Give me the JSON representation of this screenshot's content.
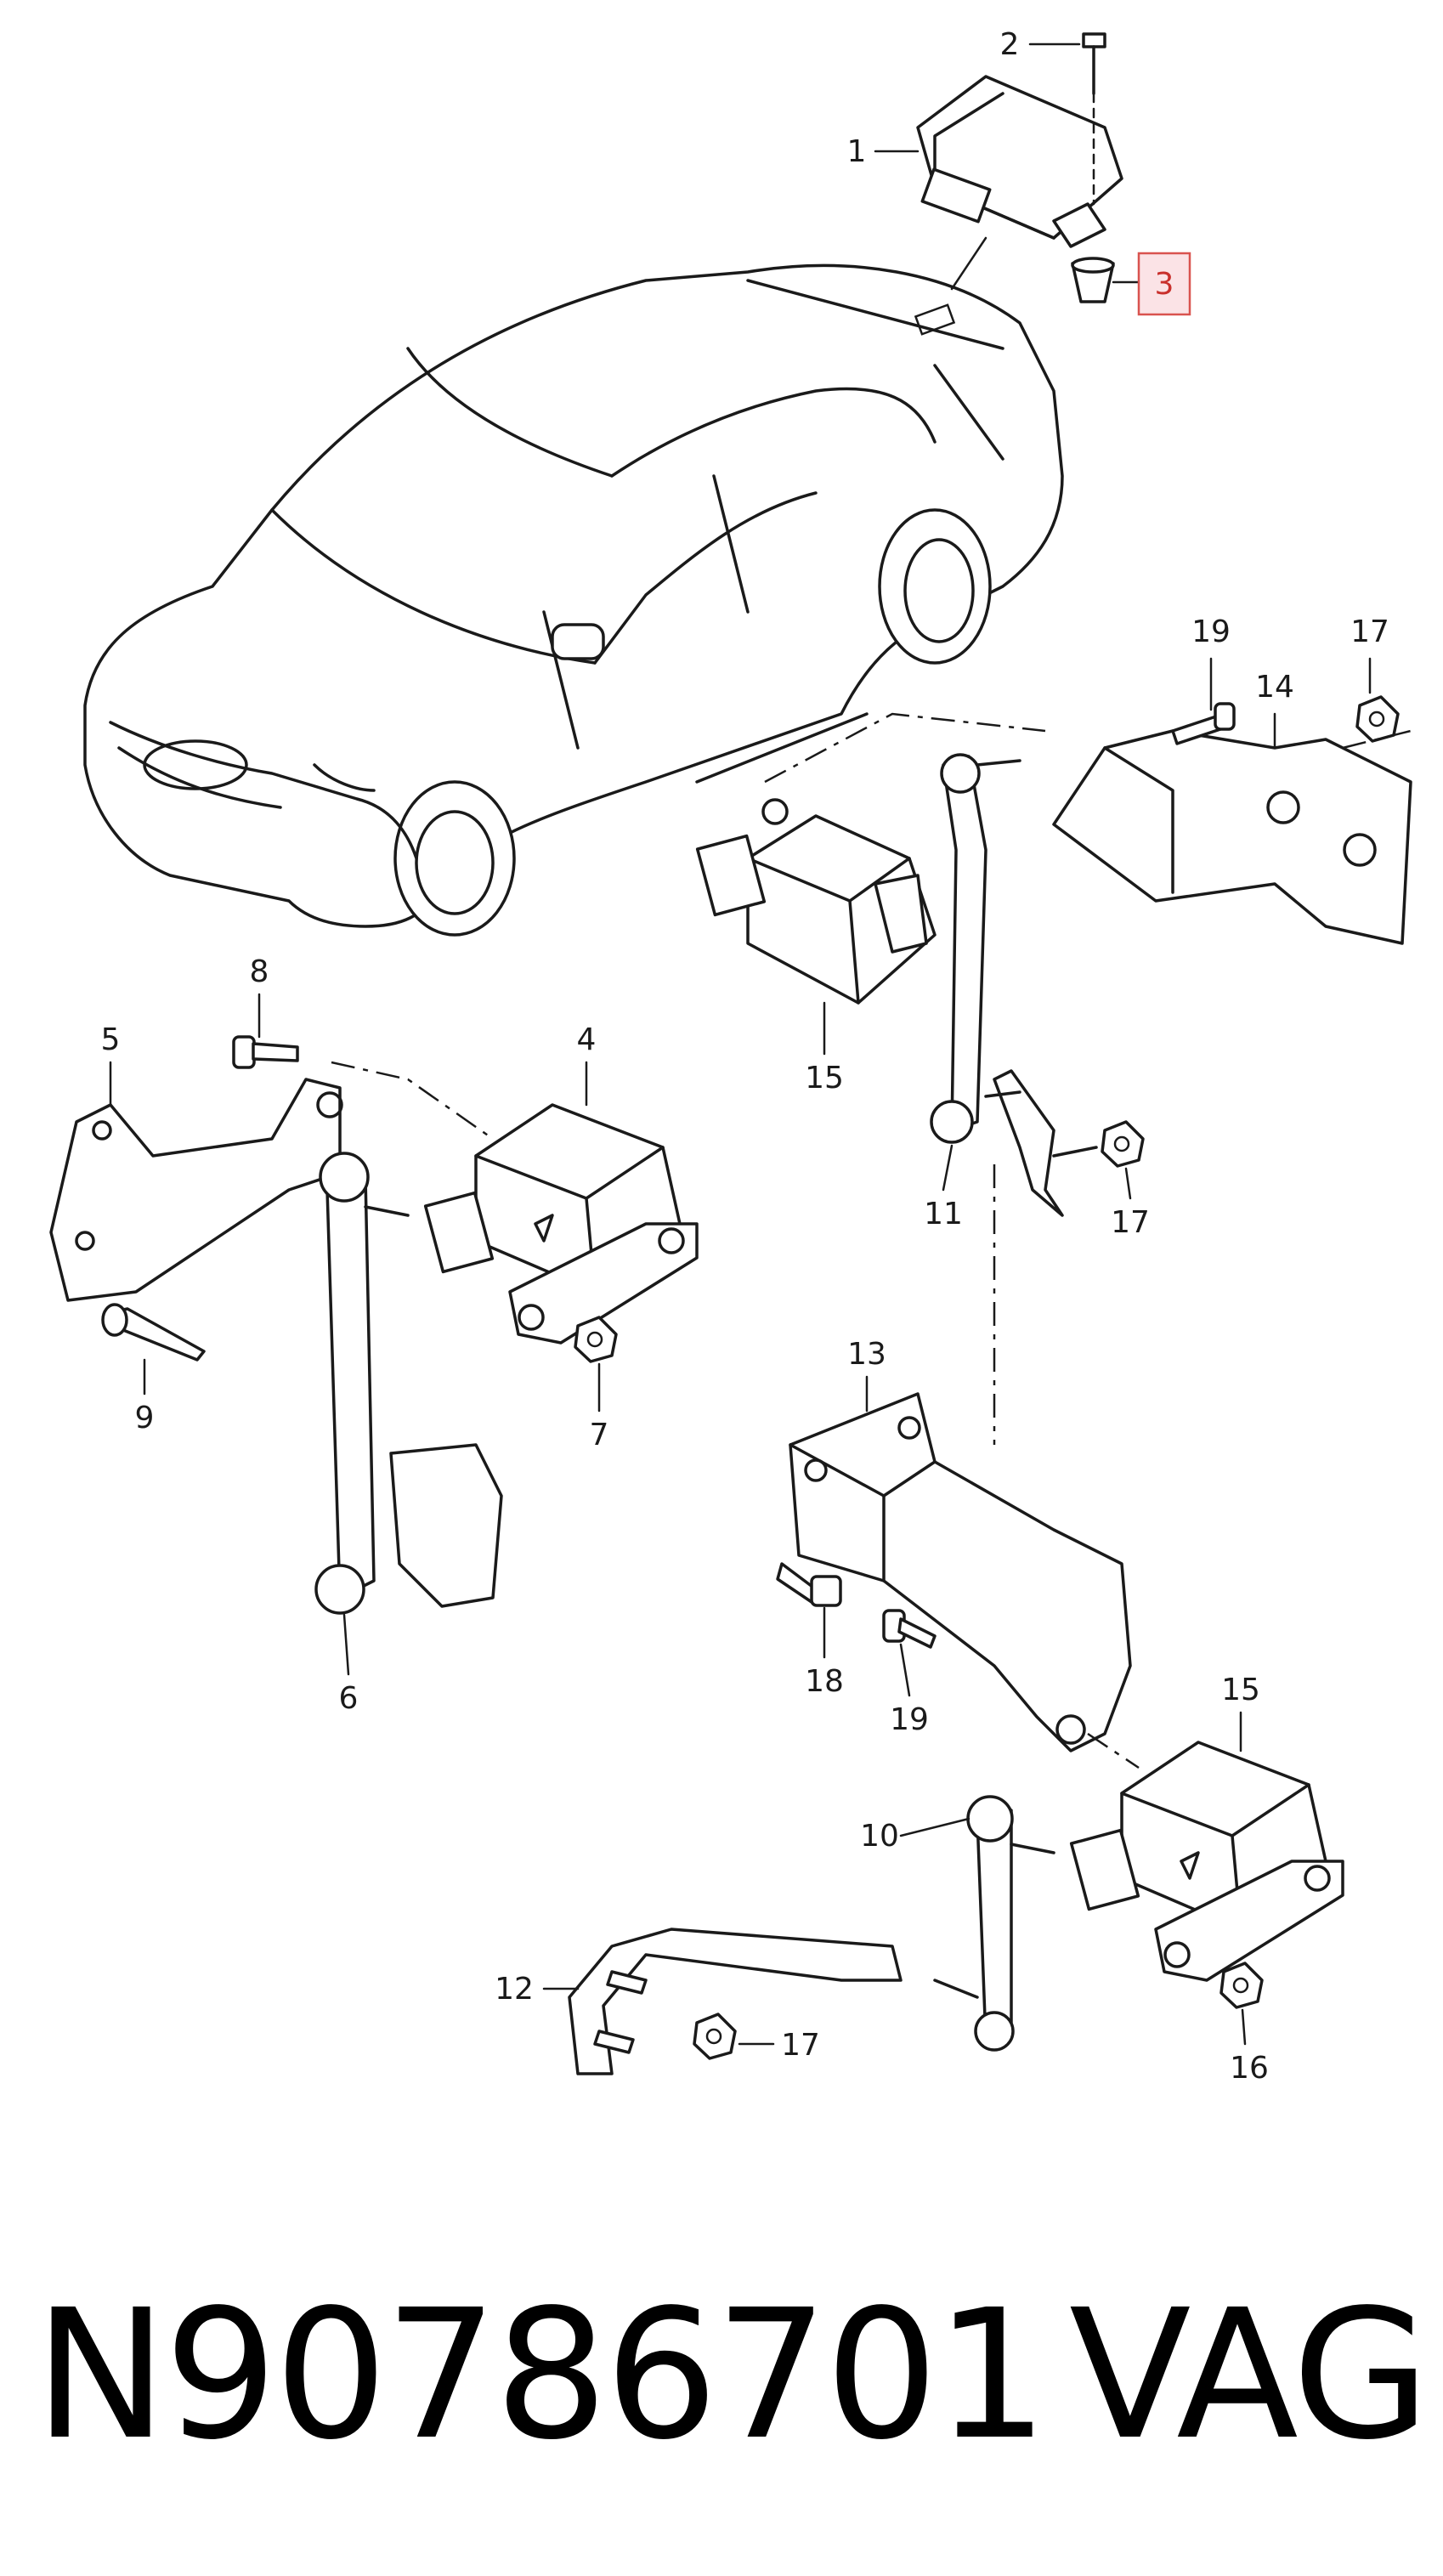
{
  "diagram": {
    "callouts": [
      {
        "id": "c2",
        "text": "2"
      },
      {
        "id": "c1",
        "text": "1"
      },
      {
        "id": "c3",
        "text": "3",
        "highlighted": true
      },
      {
        "id": "c19a",
        "text": "19"
      },
      {
        "id": "c17a",
        "text": "17"
      },
      {
        "id": "c14",
        "text": "14"
      },
      {
        "id": "c15a",
        "text": "15"
      },
      {
        "id": "c11",
        "text": "11"
      },
      {
        "id": "c17b",
        "text": "17"
      },
      {
        "id": "c8",
        "text": "8"
      },
      {
        "id": "c5",
        "text": "5"
      },
      {
        "id": "c4",
        "text": "4"
      },
      {
        "id": "c9",
        "text": "9"
      },
      {
        "id": "c7",
        "text": "7"
      },
      {
        "id": "c6",
        "text": "6"
      },
      {
        "id": "c13",
        "text": "13"
      },
      {
        "id": "c18",
        "text": "18"
      },
      {
        "id": "c19b",
        "text": "19"
      },
      {
        "id": "c15b",
        "text": "15"
      },
      {
        "id": "c10",
        "text": "10"
      },
      {
        "id": "c12",
        "text": "12"
      },
      {
        "id": "c17c",
        "text": "17"
      },
      {
        "id": "c16",
        "text": "16"
      }
    ],
    "highlight_color": "#d9534f",
    "highlight_fill": "#fbe3e6"
  },
  "footer": {
    "part_number": "N90786701",
    "brand": "VAG"
  }
}
